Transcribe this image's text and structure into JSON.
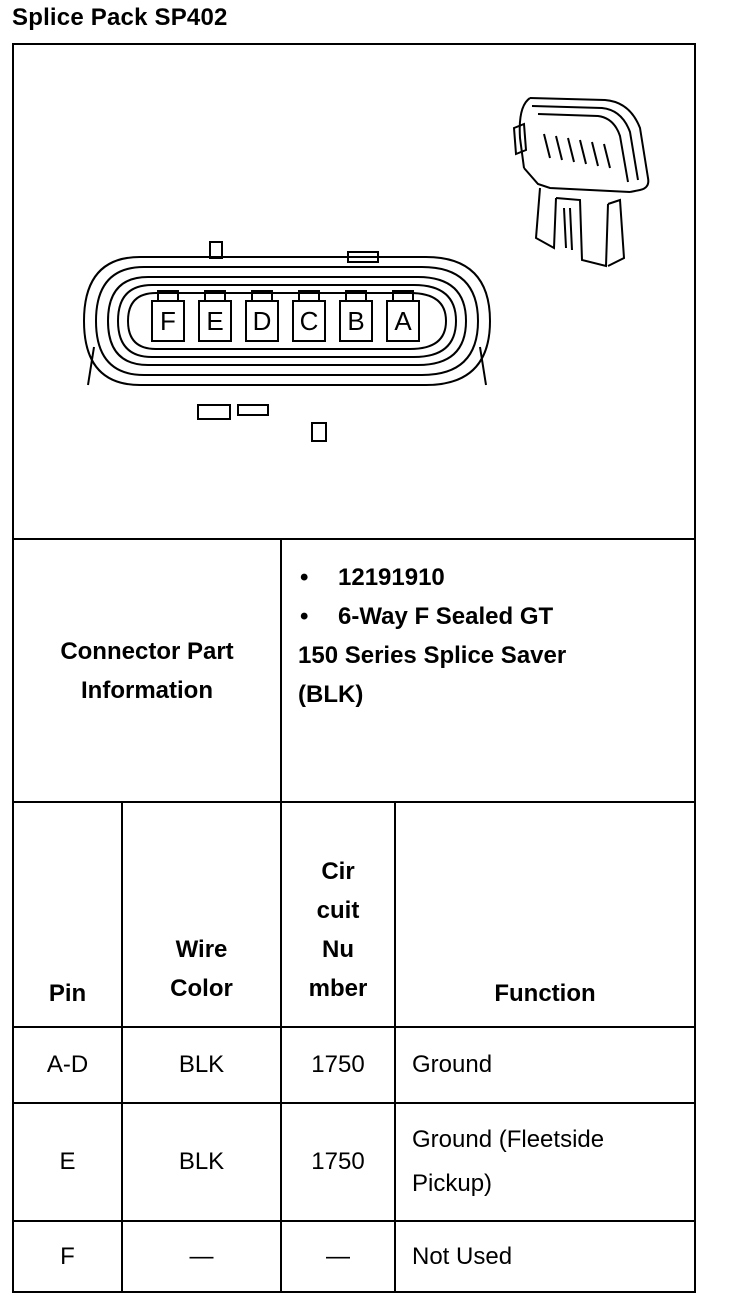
{
  "title": "Splice Pack SP402",
  "connector_pins": [
    "F",
    "E",
    "D",
    "C",
    "B",
    "A"
  ],
  "part_info": {
    "label_line1": "Connector Part",
    "label_line2": "Information",
    "part_number": "12191910",
    "desc_line1": "6-Way F Sealed GT",
    "desc_line2": "150 Series Splice Saver",
    "desc_line3": "(BLK)"
  },
  "table": {
    "headers": {
      "pin": "Pin",
      "wire_color_1": "Wire",
      "wire_color_2": "Color",
      "circuit_1": "Cir",
      "circuit_2": "cuit",
      "circuit_3": "Nu",
      "circuit_4": "mber",
      "function": "Function"
    },
    "rows": [
      {
        "pin": "A-D",
        "wire_color": "BLK",
        "circuit": "1750",
        "function_1": "Ground",
        "function_2": ""
      },
      {
        "pin": "E",
        "wire_color": "BLK",
        "circuit": "1750",
        "function_1": "Ground (Fleetside",
        "function_2": "Pickup)"
      },
      {
        "pin": "F",
        "wire_color": "—",
        "circuit": "—",
        "function_1": "Not Used",
        "function_2": ""
      }
    ]
  }
}
